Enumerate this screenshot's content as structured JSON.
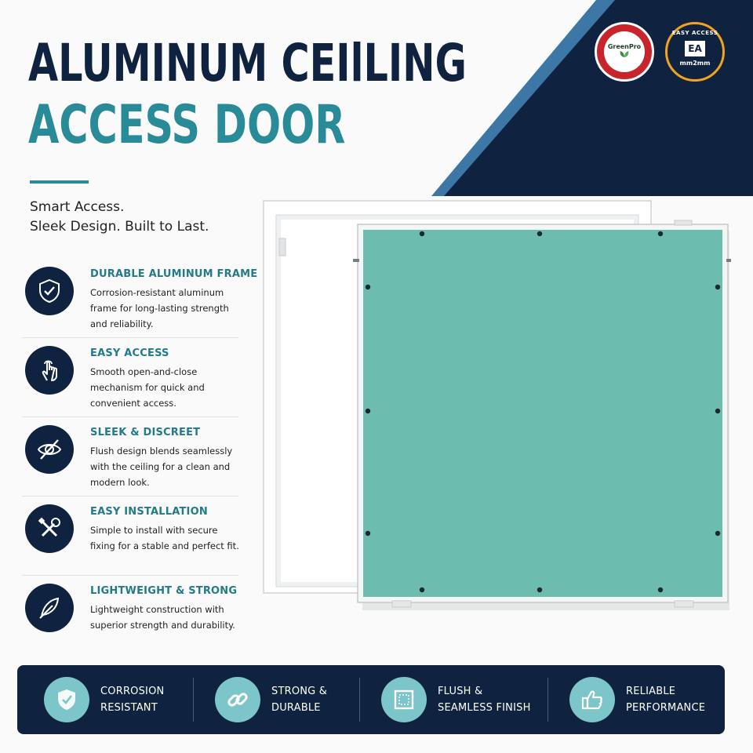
{
  "title": {
    "line1": "ALUMINUM CEIlLING",
    "line2": "ACCESS DOOR"
  },
  "tagline": {
    "line1": "Smart Access.",
    "line2": "Sleek Design. Built to Last."
  },
  "badges": {
    "greenpro": {
      "label": "GreenPro",
      "icon": "leaf-icon"
    },
    "easy_access": {
      "arc_text": "EASY ACCESS",
      "mark": "EA",
      "sub": "mm2mm"
    }
  },
  "features": [
    {
      "icon": "shield-check-icon",
      "title": "DURABLE ALUMINUM FRAME",
      "desc": "Corrosion-resistant aluminum frame for long-lasting strength and reliability."
    },
    {
      "icon": "hand-pointer-icon",
      "title": "EASY ACCESS",
      "desc": "Smooth open-and-close mechanism for quick and convenient access."
    },
    {
      "icon": "eye-slash-icon",
      "title": "SLEEK & DISCREET",
      "desc": "Flush design blends seamlessly with the ceiling for a clean and modern look."
    },
    {
      "icon": "tools-icon",
      "title": "EASY INSTALLATION",
      "desc": "Simple to install with secure fixing for a stable and perfect fit."
    },
    {
      "icon": "feather-icon",
      "title": "LIGHTWEIGHT & STRONG",
      "desc": "Lightweight construction with superior strength and durability."
    }
  ],
  "bottom_bar": [
    {
      "icon": "shield-icon",
      "line1": "CORROSION",
      "line2": "RESISTANT"
    },
    {
      "icon": "chain-link-icon",
      "line1": "STRONG &",
      "line2": "DURABLE"
    },
    {
      "icon": "square-frame-icon",
      "line1": "FLUSH &",
      "line2": "SEAMLESS FINISH"
    },
    {
      "icon": "thumbs-up-icon",
      "line1": "RELIABLE",
      "line2": "PERFORMANCE"
    }
  ],
  "colors": {
    "navy": "#0f2340",
    "teal": "#2a8b98",
    "accent_blue": "#3d77a6",
    "panel_green": "#6cbdb0",
    "bottom_circle": "#7cc5c9"
  }
}
